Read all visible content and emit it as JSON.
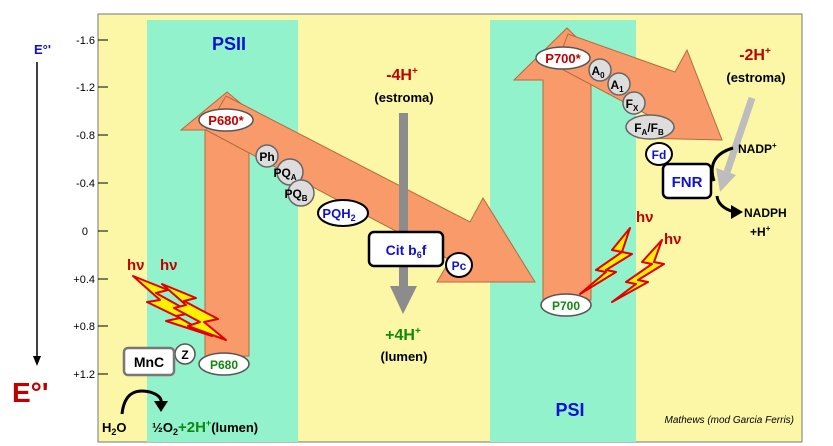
{
  "axis": {
    "top_label": "E°'",
    "bottom_label": "E°'",
    "ticks": [
      "-1.6",
      "-1.2",
      "-0.8",
      "-0.4",
      "0",
      "+0.4",
      "+0.8",
      "+1.2"
    ]
  },
  "photosystems": {
    "psii": "PSII",
    "psi": "PSI"
  },
  "psii_chain": {
    "p680_star": "P680*",
    "ph": "Ph",
    "qa_main": "PQ",
    "qa_sub": "A",
    "qb_main": "PQ",
    "qb_sub": "B",
    "pqh2_main": "PQH",
    "pqh2_sub": "2",
    "p680": "P680",
    "mnc": "MnC",
    "z": "Z",
    "hv": "hν"
  },
  "cyt": {
    "main": "Cit b",
    "sub": "6",
    "tail": "f"
  },
  "pc": "Pc",
  "psi_chain": {
    "p700_star": "P700*",
    "a0_main": "A",
    "a0_sub": "0",
    "a1_main": "A",
    "a1_sub": "1",
    "fx_main": "F",
    "fx_sub": "X",
    "fafb_a": "F",
    "fafb_a_sub": "A",
    "fafb_b": "/F",
    "fafb_b_sub": "B",
    "fd": "Fd",
    "fnr": "FNR",
    "p700": "P700",
    "hv": "hν"
  },
  "proton_labels": {
    "stroma_minus_4h": "-4H",
    "stroma_minus_4h_sup": "+",
    "stroma1": "(estroma)",
    "lumen_plus_4h": "+4H",
    "lumen_plus_4h_sup": "+",
    "lumen1": "(lumen)",
    "stroma_minus_2h": "-2H",
    "stroma_minus_2h_sup": "+",
    "stroma2": "(estroma)"
  },
  "nadp": {
    "nadp": "NADP",
    "nadp_sup": "+",
    "nadph": "NADPH",
    "h_plus": "+H",
    "h_plus_sup": "+"
  },
  "water": {
    "h2o_main": "H",
    "h2o_sub": "2",
    "h2o_tail": "O",
    "o2_frac": "½O",
    "o2_sub": "2",
    "plus2h": "+2H",
    "plus2h_sup": "+",
    "lumen": "(lumen)"
  },
  "credit": "Mathews (mod  Garcia Ferris)",
  "colors": {
    "panel": "#fbf7a6",
    "membrane": "#92f2cc",
    "arrow": "#f99a6a",
    "dark_red": "#c00000",
    "blue": "#1010d0",
    "green": "#118811",
    "gray_arrow": "#8c8c8c"
  }
}
